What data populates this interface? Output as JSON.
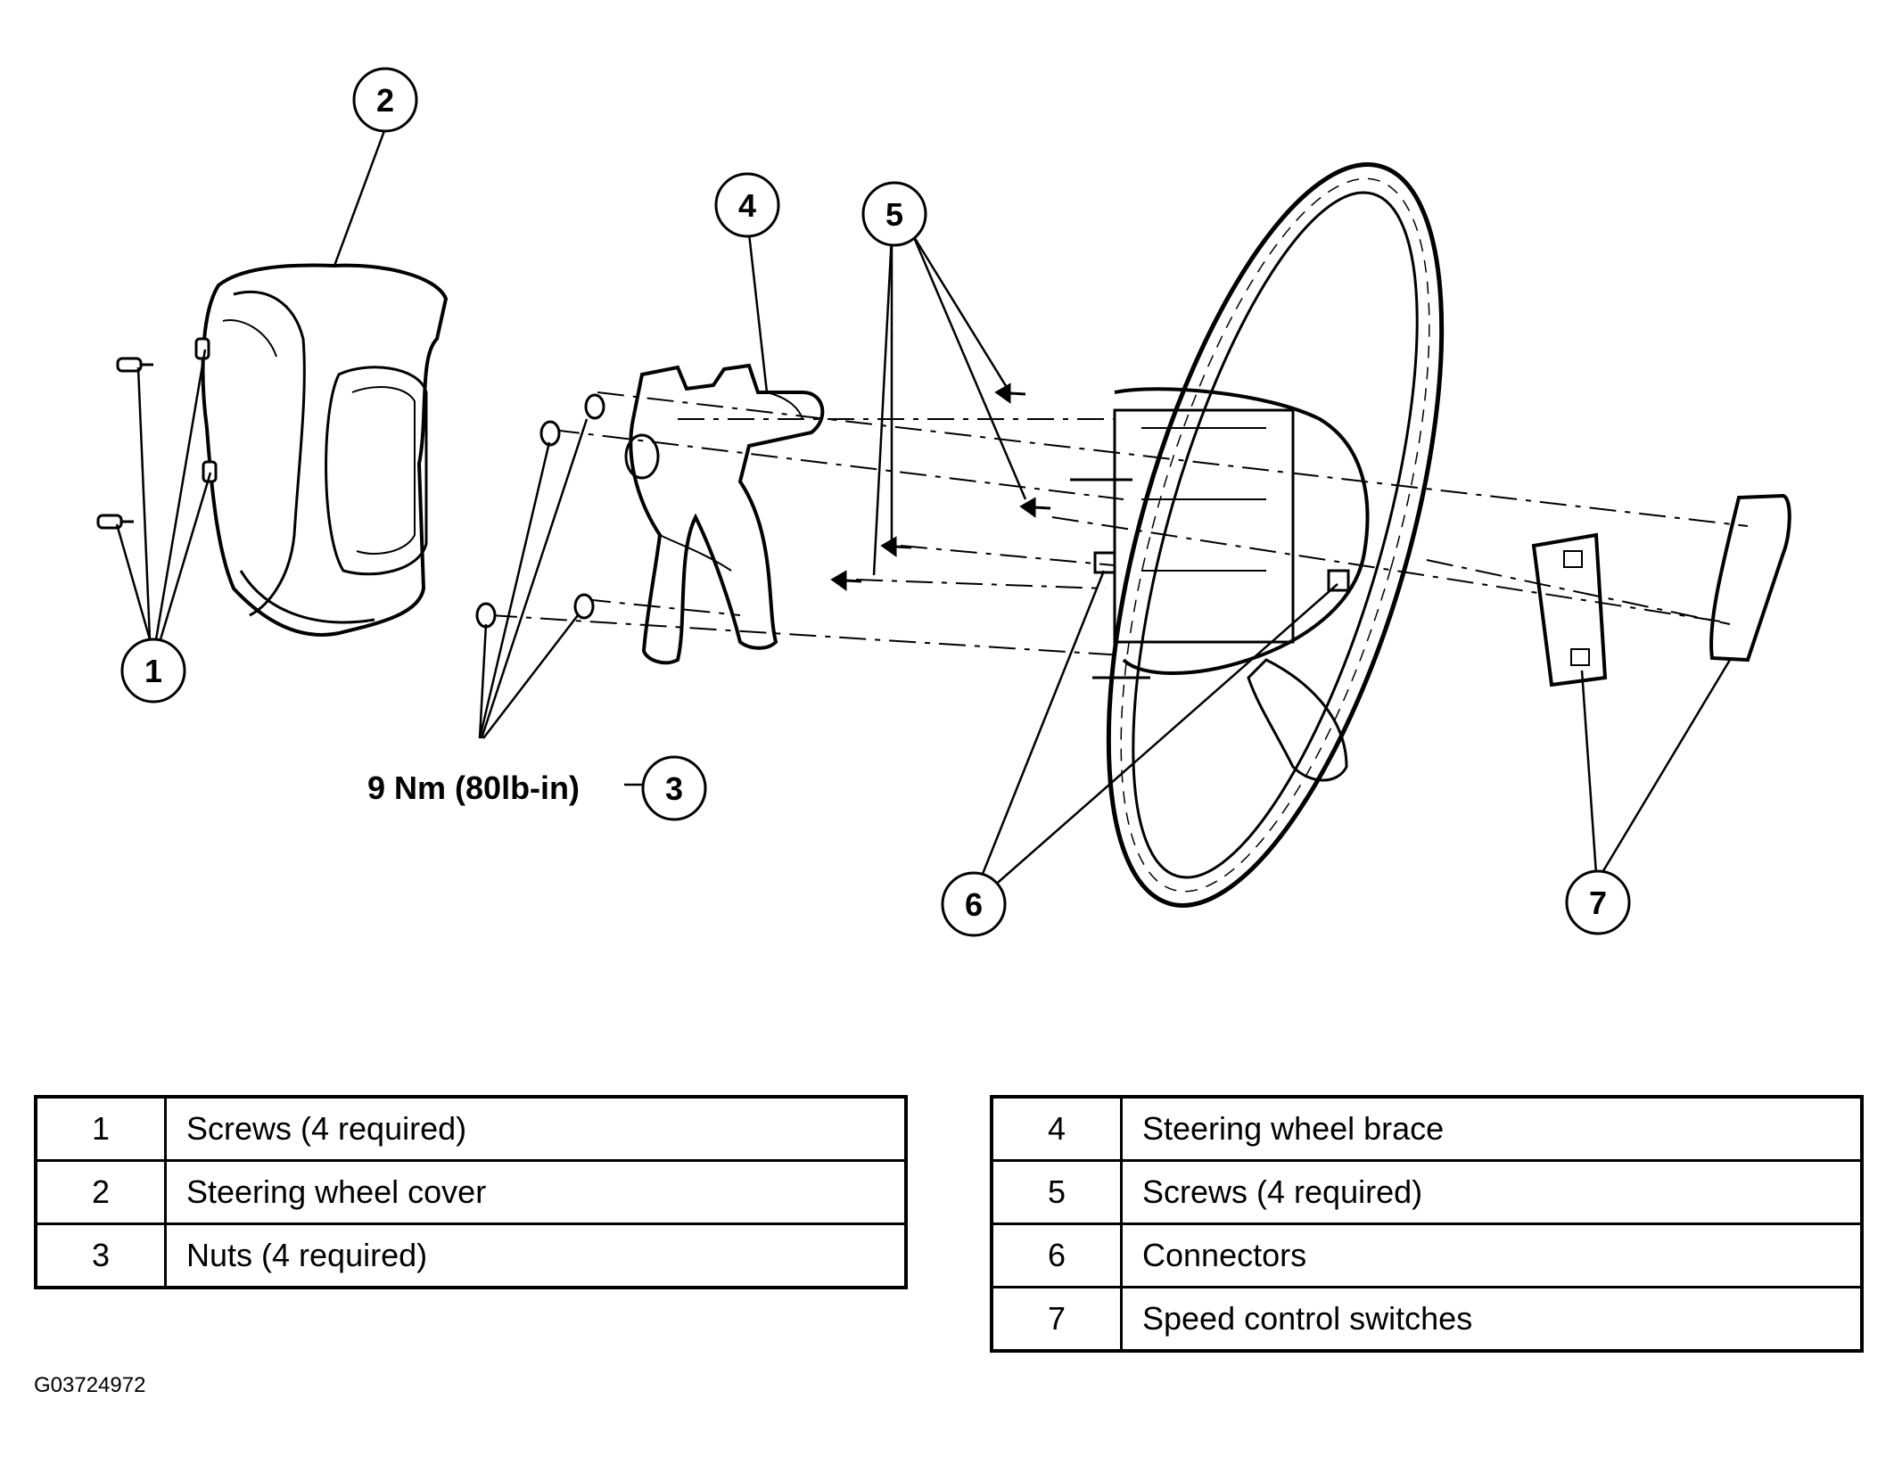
{
  "callouts": [
    "1",
    "2",
    "3",
    "4",
    "5",
    "6",
    "7"
  ],
  "torque_label": "9 Nm (80lb-in)",
  "legend_left": [
    {
      "num": "1",
      "desc": "Screws (4 required)"
    },
    {
      "num": "2",
      "desc": "Steering wheel cover"
    },
    {
      "num": "3",
      "desc": "Nuts (4 required)"
    }
  ],
  "legend_right": [
    {
      "num": "4",
      "desc": "Steering wheel brace"
    },
    {
      "num": "5",
      "desc": "Screws (4 required)"
    },
    {
      "num": "6",
      "desc": "Connectors"
    },
    {
      "num": "7",
      "desc": "Speed control switches"
    }
  ],
  "figure_id": "G03724972"
}
